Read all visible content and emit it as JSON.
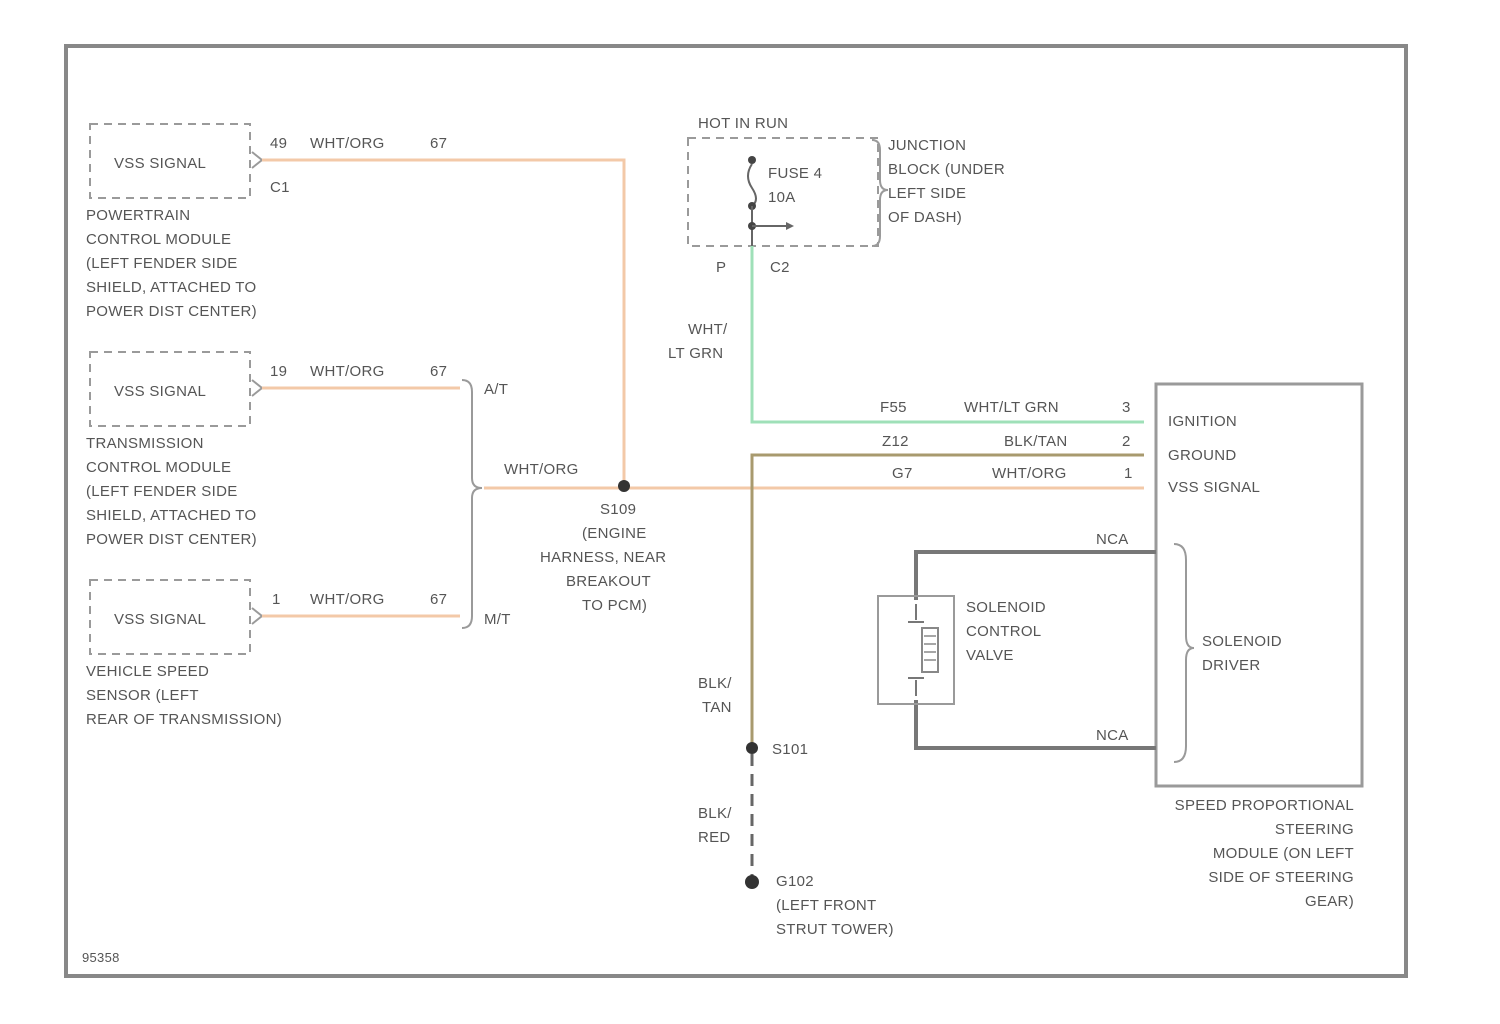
{
  "colors": {
    "frame": "#888888",
    "dashed": "#9a9a9a",
    "wire_white_orange": "#f3c9a8",
    "wire_white_ltgreen": "#9fe0b8",
    "wire_blk_tan": "#a89a6e",
    "wire_solenoid": "#777777",
    "text": "#555555"
  },
  "modules": {
    "pcm": {
      "box_label": "VSS SIGNAL",
      "pin": "49",
      "wire": "WHT/ORG",
      "circuit": "67",
      "connector": "C1",
      "caption": [
        "POWERTRAIN",
        "CONTROL MODULE",
        "(LEFT FENDER SIDE",
        "SHIELD, ATTACHED TO",
        "POWER DIST CENTER)"
      ]
    },
    "tcm": {
      "box_label": "VSS SIGNAL",
      "pin": "19",
      "wire": "WHT/ORG",
      "circuit": "67",
      "option": "A/T",
      "caption": [
        "TRANSMISSION",
        "CONTROL MODULE",
        "(LEFT FENDER SIDE",
        "SHIELD, ATTACHED TO",
        "POWER DIST CENTER)"
      ]
    },
    "vss": {
      "box_label": "VSS SIGNAL",
      "pin": "1",
      "wire": "WHT/ORG",
      "circuit": "67",
      "option": "M/T",
      "caption": [
        "VEHICLE SPEED",
        "SENSOR (LEFT",
        "REAR OF TRANSMISSION)"
      ]
    }
  },
  "splice": {
    "wire": "WHT/ORG",
    "id": "S109",
    "caption": [
      "(ENGINE",
      "HARNESS, NEAR",
      "BREAKOUT",
      "TO PCM)"
    ]
  },
  "fuse_block": {
    "hot_label": "HOT IN RUN",
    "fuse_name": "FUSE 4",
    "fuse_rating": "10A",
    "pin": "P",
    "connector": "C2",
    "caption": [
      "JUNCTION",
      "BLOCK (UNDER",
      "LEFT SIDE",
      "OF DASH)"
    ],
    "wire_color": [
      "WHT/",
      "LT GRN"
    ]
  },
  "sps_inputs": [
    {
      "circuit": "F55",
      "wire": "WHT/LT GRN",
      "pin": "3",
      "label": "IGNITION"
    },
    {
      "circuit": "Z12",
      "wire": "BLK/TAN",
      "pin": "2",
      "label": "GROUND"
    },
    {
      "circuit": "G7",
      "wire": "WHT/ORG",
      "pin": "1",
      "label": "VSS SIGNAL"
    }
  ],
  "solenoid": {
    "wire_top": "NCA",
    "wire_bottom": "NCA",
    "valve_label": [
      "SOLENOID",
      "CONTROL",
      "VALVE"
    ],
    "driver_label": [
      "SOLENOID",
      "DRIVER"
    ]
  },
  "sps_module_caption": [
    "SPEED PROPORTIONAL",
    "STEERING",
    "MODULE (ON LEFT",
    "SIDE OF STEERING",
    "GEAR)"
  ],
  "ground": {
    "wire_upper": [
      "BLK/",
      "TAN"
    ],
    "splice_id": "S101",
    "wire_lower": [
      "BLK/",
      "RED"
    ],
    "ground_id": "G102",
    "ground_caption": [
      "(LEFT FRONT",
      "STRUT TOWER)"
    ]
  },
  "figure_code": "95358"
}
